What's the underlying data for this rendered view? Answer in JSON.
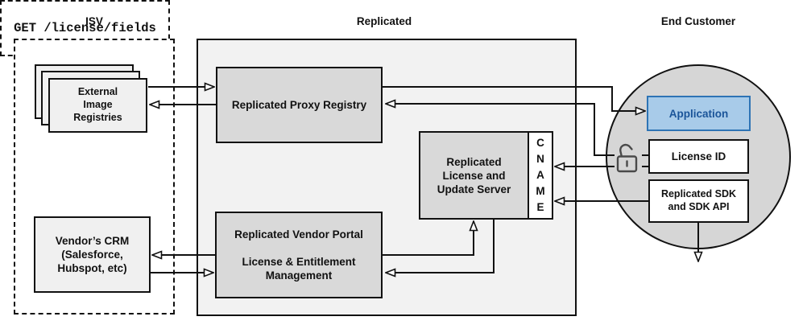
{
  "sections": {
    "isv": {
      "title": "ISV"
    },
    "replicated": {
      "title": "Replicated"
    },
    "end_customer": {
      "title": "End Customer"
    }
  },
  "nodes": {
    "external_registries": {
      "label": "External\nImage\nRegistries"
    },
    "vendor_crm": {
      "label": "Vendor’s CRM\n(Salesforce,\nHubspot, etc)"
    },
    "proxy_registry": {
      "label": "Replicated Proxy Registry"
    },
    "license_update_server": {
      "label": "Replicated\nLicense and\nUpdate Server"
    },
    "cname": {
      "label": "C\nN\nA\nM\nE"
    },
    "vendor_portal": {
      "label": "Replicated Vendor Portal\n\nLicense & Entitlement\nManagement"
    },
    "application": {
      "label": "Application"
    },
    "license_id": {
      "label": "License ID"
    },
    "replicated_sdk": {
      "label": "Replicated SDK\nand SDK API"
    },
    "get_license_fields": {
      "label": "GET /license/fields"
    }
  },
  "icons": {
    "lock": "open-padlock-icon"
  },
  "colors": {
    "line": "#111111",
    "panel_gray": "#f2f2f2",
    "node_gray": "#d9d9d9",
    "light_gray": "#f0f0f0",
    "circle_gray": "#d6d6d6",
    "app_fill": "#a8cbe9",
    "app_border": "#2e74b5",
    "app_text": "#1a5499",
    "lock_stroke": "#4a4a4a"
  }
}
